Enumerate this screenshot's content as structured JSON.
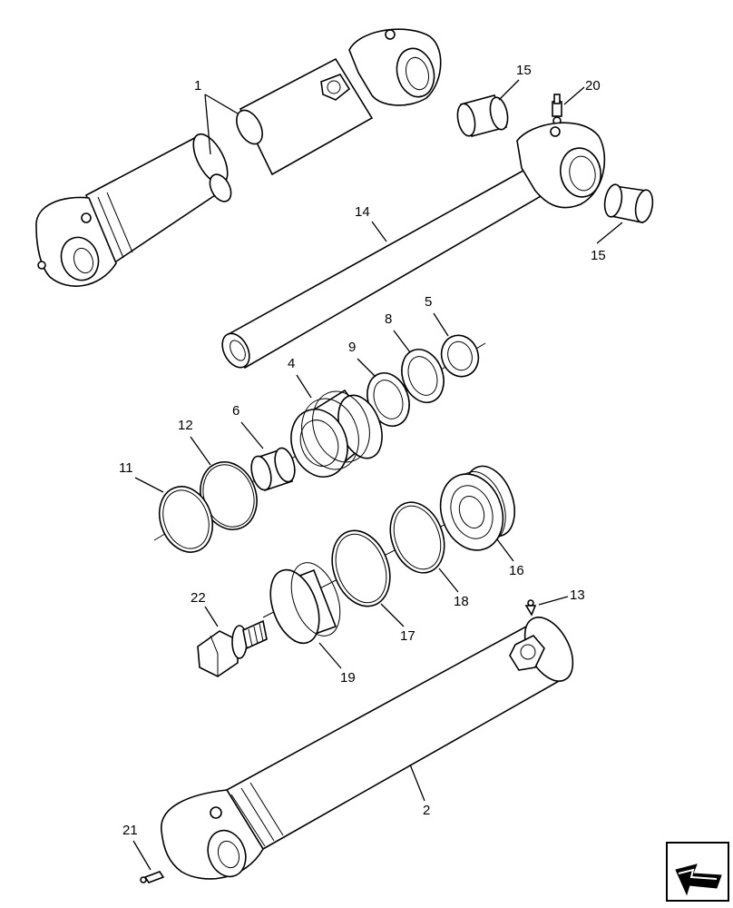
{
  "callouts": {
    "c1": "1",
    "c2": "2",
    "c4": "4",
    "c5": "5",
    "c6": "6",
    "c8": "8",
    "c9": "9",
    "c11": "11",
    "c12": "12",
    "c13": "13",
    "c14": "14",
    "c15a": "15",
    "c15b": "15",
    "c16": "16",
    "c17": "17",
    "c18": "18",
    "c19": "19",
    "c20": "20",
    "c21": "21",
    "c22": "22"
  }
}
